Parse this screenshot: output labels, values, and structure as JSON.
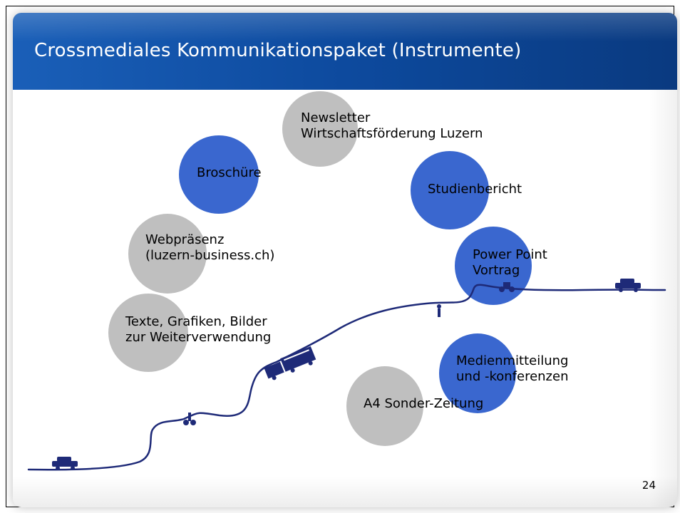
{
  "slide": {
    "title": "Crossmediales Kommunikationspaket (Instrumente)",
    "page_number": "24"
  },
  "instruments": {
    "newsletter": [
      "Newsletter",
      "Wirtschaftsförderung Luzern"
    ],
    "broschure": "Broschüre",
    "studienbericht": "Studienbericht",
    "webpraesenz": [
      "Webpräsenz",
      "(luzern-business.ch)"
    ],
    "powerpoint": [
      "Power Point",
      "Vortrag"
    ],
    "texte": [
      "Texte, Grafiken, Bilder",
      "zur Weiterverwendung"
    ],
    "medienmitteilung": [
      "Medienmitteilung",
      "und -konferenzen"
    ],
    "zeitung": "A4 Sonder-Zeitung"
  },
  "colors": {
    "title_bar": "#0d4a9e",
    "grey_circle": "#bfbfbf",
    "blue_circle": "#3a67cf",
    "road": "#1e2a78"
  }
}
